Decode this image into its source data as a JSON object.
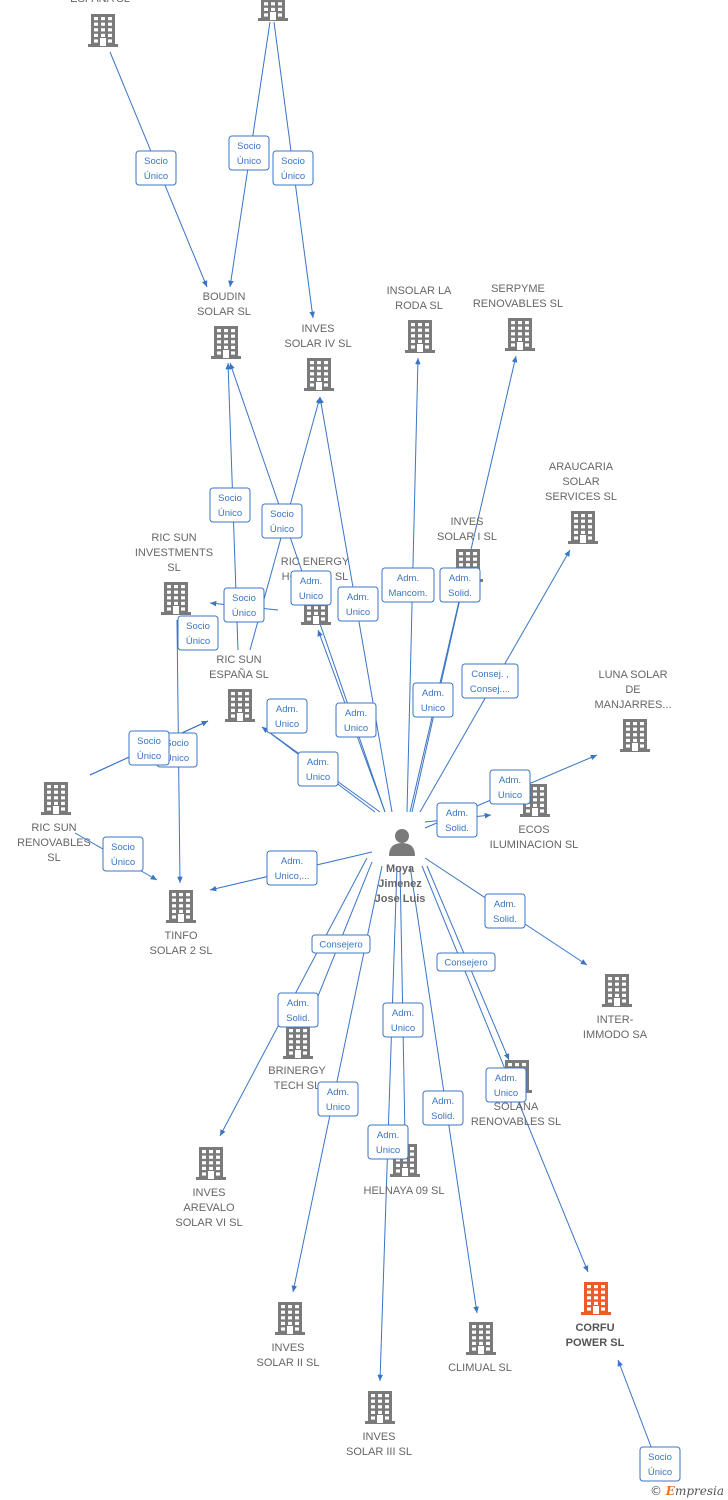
{
  "colors": {
    "edge": "#3a75c4",
    "node": "#7a7a7a",
    "node_highlight": "#f05a28",
    "label_text": "#666666",
    "edge_label_border": "#3a75c4"
  },
  "nodes": [
    {
      "id": "top_left",
      "type": "company",
      "lines": [
        "ESPAÑA  SL"
      ]
    },
    {
      "id": "top_mid",
      "type": "company",
      "lines": []
    },
    {
      "id": "boudin",
      "type": "company",
      "lines": [
        "BOUDIN",
        "SOLAR SL"
      ]
    },
    {
      "id": "inves_iv",
      "type": "company",
      "lines": [
        "INVES",
        "SOLAR IV SL"
      ]
    },
    {
      "id": "insolar",
      "type": "company",
      "lines": [
        "INSOLAR LA",
        "RODA  SL"
      ]
    },
    {
      "id": "serpyme",
      "type": "company",
      "lines": [
        "SERPYME",
        "RENOVABLES SL"
      ]
    },
    {
      "id": "araucaria",
      "type": "company",
      "lines": [
        "ARAUCARIA",
        "SOLAR",
        "SERVICES SL"
      ]
    },
    {
      "id": "inves_i",
      "type": "company",
      "lines": [
        "INVES",
        "SOLAR I SL"
      ]
    },
    {
      "id": "ric_inv",
      "type": "company",
      "lines": [
        "RIC SUN",
        "INVESTMENTS",
        "SL"
      ]
    },
    {
      "id": "ric_energy",
      "type": "company",
      "lines": [
        "RIC ENERGY",
        "HOLDING SL"
      ]
    },
    {
      "id": "ric_esp",
      "type": "company",
      "lines": [
        "RIC SUN",
        "ESPAÑA  SL"
      ]
    },
    {
      "id": "luna",
      "type": "company",
      "lines": [
        "LUNA SOLAR",
        "DE",
        "MANJARRES..."
      ]
    },
    {
      "id": "ric_ren",
      "type": "company",
      "lines": [
        "RIC SUN",
        "RENOVABLES",
        "SL"
      ]
    },
    {
      "id": "ecos",
      "type": "company",
      "lines": [
        "ECOS",
        "ILUMINACION SL"
      ]
    },
    {
      "id": "person",
      "type": "person",
      "lines": [
        "Moya",
        "Jimenez",
        "Jose Luis"
      ]
    },
    {
      "id": "tinfo",
      "type": "company",
      "lines": [
        "TINFO",
        "SOLAR 2 SL"
      ]
    },
    {
      "id": "inter",
      "type": "company",
      "lines": [
        "INTER-",
        "IMMODO SA"
      ]
    },
    {
      "id": "brinergy",
      "type": "company",
      "lines": [
        "BRINERGY",
        "TECH  SL"
      ]
    },
    {
      "id": "solana",
      "type": "company",
      "lines": [
        "SOLANA",
        "RENOVABLES SL"
      ]
    },
    {
      "id": "inves_vi",
      "type": "company",
      "lines": [
        "INVES",
        "AREVALO",
        "SOLAR VI SL"
      ]
    },
    {
      "id": "helnaya",
      "type": "company",
      "lines": [
        "HELNAYA 09 SL"
      ]
    },
    {
      "id": "corfu",
      "type": "company",
      "highlight": true,
      "lines": [
        "CORFU",
        "POWER  SL"
      ]
    },
    {
      "id": "inves_ii",
      "type": "company",
      "lines": [
        "INVES",
        "SOLAR II SL"
      ]
    },
    {
      "id": "climual",
      "type": "company",
      "lines": [
        "CLIMUAL SL"
      ]
    },
    {
      "id": "inves_iii",
      "type": "company",
      "lines": [
        "INVES",
        "SOLAR III SL"
      ]
    }
  ],
  "edges": [
    {
      "from": "top_left",
      "to": "boudin",
      "lines": [
        "Socio",
        "Único"
      ]
    },
    {
      "from": "top_mid",
      "to": "boudin",
      "lines": [
        "Socio",
        "Único"
      ]
    },
    {
      "from": "top_mid",
      "to": "inves_iv",
      "lines": [
        "Socio",
        "Único"
      ]
    },
    {
      "from": "ric_esp",
      "to": "boudin",
      "lines": [
        "Socio",
        "Único"
      ]
    },
    {
      "from": "ric_esp",
      "to": "inves_iv",
      "lines": [
        "Socio",
        "Único"
      ]
    },
    {
      "from": "ric_energy",
      "to": "ric_inv",
      "lines": [
        "Socio",
        "Único"
      ]
    },
    {
      "from": "ric_inv",
      "to": "tinfo",
      "lines": [
        "Socio",
        "Único"
      ]
    },
    {
      "from": "ric_ren",
      "to": "ric_esp",
      "lines": [
        "Socio",
        "Único"
      ]
    },
    {
      "from": "ric_ren",
      "to": "ric_esp",
      "lines": [
        "Socio",
        "Único"
      ]
    },
    {
      "from": "ric_ren",
      "to": "tinfo",
      "lines": [
        "Socio",
        "Único"
      ]
    },
    {
      "from": "person",
      "to": "ric_energy",
      "lines": [
        "Adm.",
        "Unico"
      ]
    },
    {
      "from": "person",
      "to": "inves_iv",
      "lines": [
        "Adm.",
        "Unico"
      ]
    },
    {
      "from": "person",
      "to": "ric_esp",
      "lines": [
        "Adm.",
        "Unico"
      ]
    },
    {
      "from": "person",
      "to": "boudin",
      "lines": [
        "Adm.",
        "Unico"
      ]
    },
    {
      "from": "person",
      "to": "ric_esp",
      "lines": [
        "Adm.",
        "Unico"
      ]
    },
    {
      "from": "person",
      "to": "insolar",
      "lines": [
        "Adm.",
        "Mancom."
      ]
    },
    {
      "from": "person",
      "to": "serpyme",
      "lines": [
        "Adm.",
        "Solid."
      ]
    },
    {
      "from": "person",
      "to": "inves_i",
      "lines": [
        "Adm.",
        "Unico"
      ]
    },
    {
      "from": "person",
      "to": "araucaria",
      "lines": [
        "Consej. ,",
        "Consej...."
      ]
    },
    {
      "from": "person",
      "to": "luna",
      "lines": [
        "Adm.",
        "Unico"
      ]
    },
    {
      "from": "person",
      "to": "ecos",
      "lines": [
        "Adm.",
        "Solid."
      ]
    },
    {
      "from": "person",
      "to": "tinfo",
      "lines": [
        "Adm.",
        "Unico,..."
      ]
    },
    {
      "from": "person",
      "to": "inter",
      "lines": [
        "Adm.",
        "Solid."
      ]
    },
    {
      "from": "person",
      "to": "brinergy",
      "lines": [
        "Consejero"
      ]
    },
    {
      "from": "person",
      "to": "inves_vi",
      "lines": [
        "Adm.",
        "Solid."
      ]
    },
    {
      "from": "person",
      "to": "solana",
      "lines": [
        "Consejero"
      ]
    },
    {
      "from": "person",
      "to": "corfu",
      "lines": [
        "Adm.",
        "Unico"
      ]
    },
    {
      "from": "person",
      "to": "helnaya",
      "lines": [
        "Adm.",
        "Unico"
      ]
    },
    {
      "from": "person",
      "to": "inves_ii",
      "lines": [
        "Adm.",
        "Unico"
      ]
    },
    {
      "from": "person",
      "to": "climual",
      "lines": [
        "Adm.",
        "Solid."
      ]
    },
    {
      "from": "person",
      "to": "inves_iii",
      "lines": [
        "Adm.",
        "Unico"
      ]
    },
    {
      "from": "corfu_owner",
      "to": "corfu",
      "lines": [
        "Socio",
        "Único"
      ]
    }
  ],
  "watermark": {
    "copyright": "©",
    "brand_initial": "E",
    "brand_rest": "mpresia"
  }
}
